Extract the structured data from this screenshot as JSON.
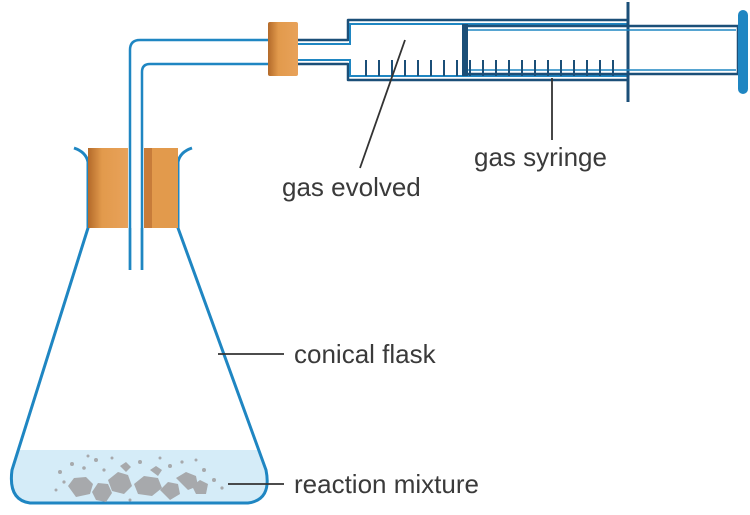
{
  "labels": {
    "gas_evolved": "gas evolved",
    "gas_syringe": "gas syringe",
    "conical_flask": "conical flask",
    "reaction_mixture": "reaction mixture"
  },
  "colors": {
    "glass_outline": "#1f86c2",
    "glass_inner": "#ffffff",
    "stopper_light": "#e29a4c",
    "stopper_dark": "#b36a2a",
    "liquid": "#d5ecf8",
    "solid": "#a7a9ac",
    "plunger_line": "#1b4f78",
    "syringe_tip": "#1f86c2",
    "leader_line": "#333333"
  }
}
